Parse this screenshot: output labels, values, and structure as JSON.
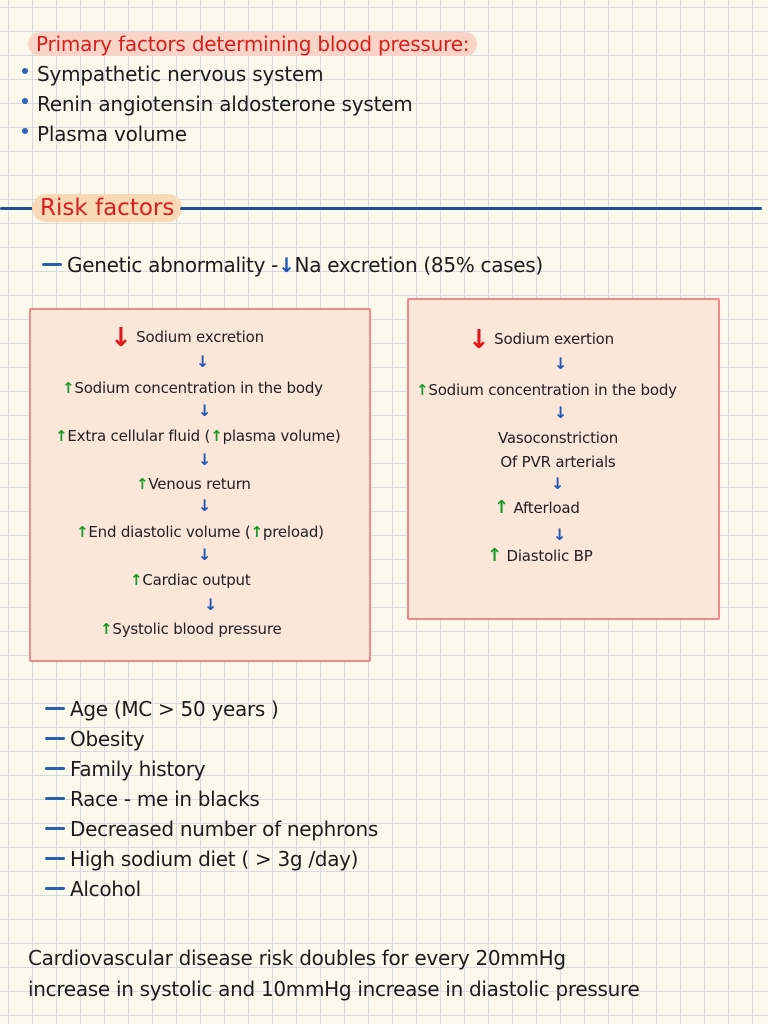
{
  "primary": {
    "heading": "Primary factors determining blood pressure:",
    "items": [
      "Sympathetic nervous system",
      "Renin angiotensin aldosterone system",
      "Plasma volume"
    ]
  },
  "risk": {
    "heading": "Risk factors",
    "genetic_prefix": "Genetic abnormality -",
    "genetic_arrow": "↓",
    "genetic_rest": "Na excretion (85% cases)"
  },
  "left_flow": {
    "steps": [
      {
        "arrow": "↓",
        "arrow_color": "red",
        "text": "Sodium excretion"
      },
      {
        "arrow": "↑",
        "arrow_color": "green",
        "text": "Sodium concentration in the body"
      },
      {
        "arrow": "↑",
        "arrow_color": "green",
        "text": "Extra cellular fluid (",
        "arrow2": "↑",
        "text2": "plasma volume)"
      },
      {
        "arrow": "↑",
        "arrow_color": "green",
        "text": "Venous return"
      },
      {
        "arrow": "↑",
        "arrow_color": "green",
        "text": "End diastolic volume (",
        "arrow2": "↑",
        "text2": "preload)"
      },
      {
        "arrow": "↑",
        "arrow_color": "green",
        "text": "Cardiac output"
      },
      {
        "arrow": "↑",
        "arrow_color": "green",
        "text": "Systolic blood pressure"
      }
    ]
  },
  "right_flow": {
    "steps": [
      {
        "arrow": "↓",
        "arrow_color": "red",
        "text": "Sodium exertion"
      },
      {
        "arrow": "↑",
        "arrow_color": "green",
        "text": "Sodium concentration in the body"
      },
      {
        "text": "Vasoconstriction",
        "text_line2": "Of PVR arterials"
      },
      {
        "arrow": "↑",
        "arrow_color": "green",
        "text": "Afterload"
      },
      {
        "arrow": "↑",
        "arrow_color": "green",
        "text": "Diastolic BP"
      }
    ]
  },
  "risk_list": [
    "Age (MC > 50 years )",
    "Obesity",
    "Family history",
    "Race - me in blacks",
    "Decreased number of nephrons",
    "High sodium diet ( > 3g /day)",
    "Alcohol"
  ],
  "footer": {
    "line1": "Cardiovascular disease risk doubles for every 20mmHg",
    "line2": "increase in systolic and 10mmHg increase in diastolic pressure"
  },
  "colors": {
    "red": "#d81f1f",
    "green": "#1a9a2a",
    "blue": "#2456b3",
    "box_border": "#f08a8a",
    "box_fill": "#fbe6da"
  }
}
